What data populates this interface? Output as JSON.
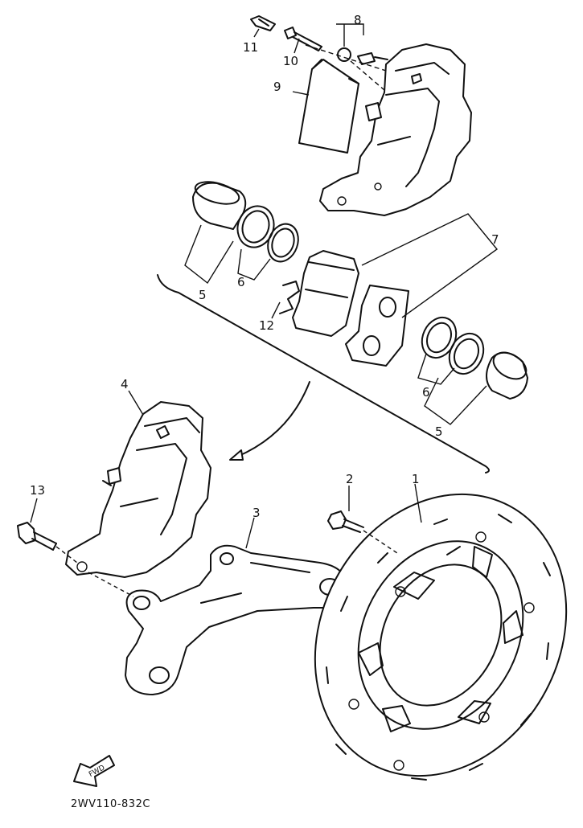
{
  "diagram": {
    "drawing_code": "2WV110-832C",
    "fwd_badge": "FWD",
    "callouts": [
      {
        "id": "1",
        "text": "1"
      },
      {
        "id": "2",
        "text": "2"
      },
      {
        "id": "3",
        "text": "3"
      },
      {
        "id": "4",
        "text": "4"
      },
      {
        "id": "5a",
        "text": "5"
      },
      {
        "id": "5b",
        "text": "5"
      },
      {
        "id": "6a",
        "text": "6"
      },
      {
        "id": "6b",
        "text": "6"
      },
      {
        "id": "7",
        "text": "7"
      },
      {
        "id": "8",
        "text": "8"
      },
      {
        "id": "9",
        "text": "9"
      },
      {
        "id": "10",
        "text": "10"
      },
      {
        "id": "11",
        "text": "11"
      },
      {
        "id": "12",
        "text": "12"
      },
      {
        "id": "13",
        "text": "13"
      }
    ]
  }
}
